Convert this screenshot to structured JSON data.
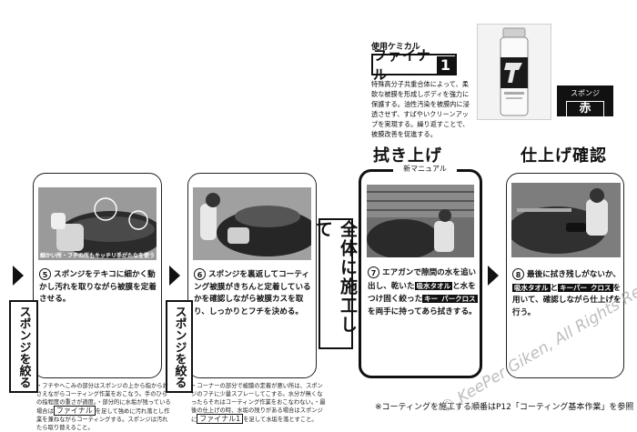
{
  "product": {
    "chem_label": "使用ケミカル",
    "name": "ファイナル",
    "number": "1",
    "description": "特殊高分子共重合体によって、柔軟な被膜を形成しボディを強力に保護する。油性汚染を被膜内に浸透させず、すばやいクリーンアップを実現する。繰り返すことで、被膜改善を促進する。",
    "sponge_label": "スポンジ",
    "sponge_color": "赤"
  },
  "headings": {
    "wipe": "拭き上げ",
    "new_manual": "新マニュアル",
    "finish": "仕上げ確認"
  },
  "side_labels": {
    "squeeze1": "スポンジを絞る",
    "squeeze2": "スポンジを絞る",
    "whole": "全体に施工して"
  },
  "steps": [
    {
      "num": "5",
      "photo_caption": "細かい所・フチの所もキッチリ手がたなを使うように!",
      "text": "スポンジをテキコに細かく動かし汚れを取りながら被膜を定着させる。"
    },
    {
      "num": "6",
      "text": "スポンジを裏返してコーティング被膜がきちんと定着しているかを確認しながら被膜カスを取り、しっかりとフチを決める。"
    },
    {
      "num": "7",
      "text_a": "エアガンで隙間の水を追い出し、乾いた",
      "tag1": "吸水タオル",
      "text_b": "と水をつけ固く絞った",
      "tag2": "キー",
      "tag3": "パークロス",
      "text_c": "を両手に持って",
      "text_d": "あら拭きする。"
    },
    {
      "num": "8",
      "text_a": "最後に拭き残しがないか、",
      "tag1": "吸水タオル",
      "text_b": "と",
      "tag2": "キーパー",
      "tag3": "クロス",
      "text_c": "を用いて、確認しながら仕上げを行う。"
    }
  ],
  "notes": {
    "step5": {
      "a": "・フチやへこみの部分はスポンジの上から指からおさえながらコーティング作業をおこなう。",
      "b": "手のひらの指程度の重さが適度。",
      "c": "・部分的に水垢が残っている場合は",
      "tag": "ファイナル",
      "d": "を足して強めに汚れ落とし作業を兼ねながらコーティングする。",
      "e": "スポンジは汚れたら取り替えること。"
    },
    "step6": {
      "a": "・コーナーの部分で被膜の定着が悪い所は、スポンジのフチに少量スプレーしてこする。水分が無くなったらそれはコーティング作業をおこなわない。",
      "b": "・最後の仕上げの時、水垢の残りがある場合はスポンジに",
      "tag": "ファイナル1",
      "c": "を足して水垢を落とすこと。"
    }
  },
  "footer_note": "※コーティングを施工する順番はP12「コーティング基本作業」を参照",
  "watermark": "© KeePer Giken, All Rights Reserved."
}
